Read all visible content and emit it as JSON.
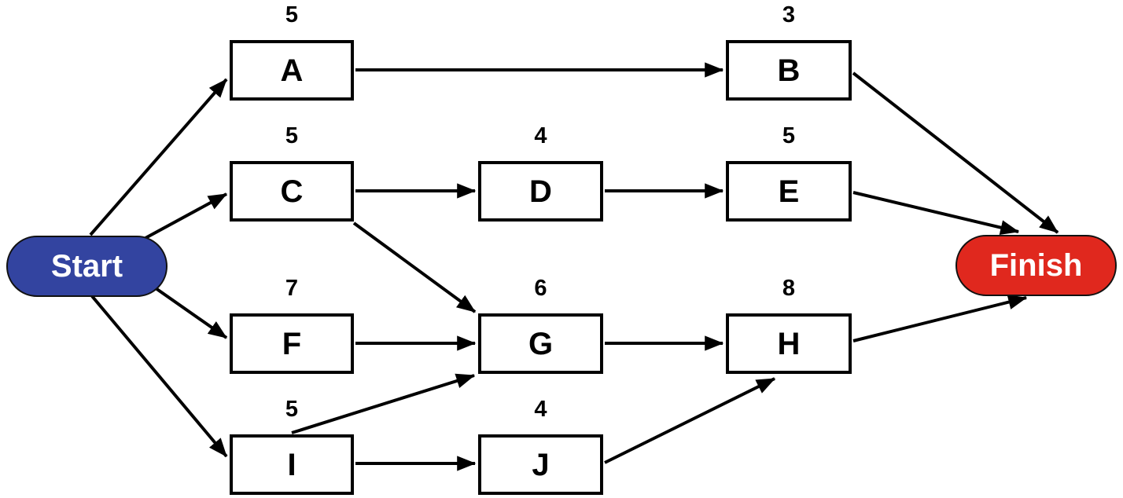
{
  "diagram": {
    "kind": "project-activity-network",
    "start": {
      "label": "Start",
      "fill": "#3344a0",
      "text_color": "#ffffff"
    },
    "finish": {
      "label": "Finish",
      "fill": "#e0281e",
      "text_color": "#ffffff"
    },
    "nodes": [
      {
        "id": "A",
        "label": "A",
        "duration": "5"
      },
      {
        "id": "B",
        "label": "B",
        "duration": "3"
      },
      {
        "id": "C",
        "label": "C",
        "duration": "5"
      },
      {
        "id": "D",
        "label": "D",
        "duration": "4"
      },
      {
        "id": "E",
        "label": "E",
        "duration": "5"
      },
      {
        "id": "F",
        "label": "F",
        "duration": "7"
      },
      {
        "id": "G",
        "label": "G",
        "duration": "6"
      },
      {
        "id": "H",
        "label": "H",
        "duration": "8"
      },
      {
        "id": "I",
        "label": "I",
        "duration": "5"
      },
      {
        "id": "J",
        "label": "J",
        "duration": "4"
      }
    ],
    "edges": [
      {
        "from": "Start",
        "to": "A"
      },
      {
        "from": "Start",
        "to": "C"
      },
      {
        "from": "Start",
        "to": "F"
      },
      {
        "from": "Start",
        "to": "I"
      },
      {
        "from": "A",
        "to": "B"
      },
      {
        "from": "C",
        "to": "D"
      },
      {
        "from": "C",
        "to": "G"
      },
      {
        "from": "D",
        "to": "E"
      },
      {
        "from": "F",
        "to": "G"
      },
      {
        "from": "I",
        "to": "G"
      },
      {
        "from": "I",
        "to": "J"
      },
      {
        "from": "G",
        "to": "H"
      },
      {
        "from": "J",
        "to": "H"
      },
      {
        "from": "B",
        "to": "Finish"
      },
      {
        "from": "E",
        "to": "Finish"
      },
      {
        "from": "H",
        "to": "Finish"
      }
    ],
    "colors": {
      "node_fill": "#ffffff",
      "node_border": "#000000",
      "arrow": "#000000",
      "duration_text": "#000000"
    }
  }
}
